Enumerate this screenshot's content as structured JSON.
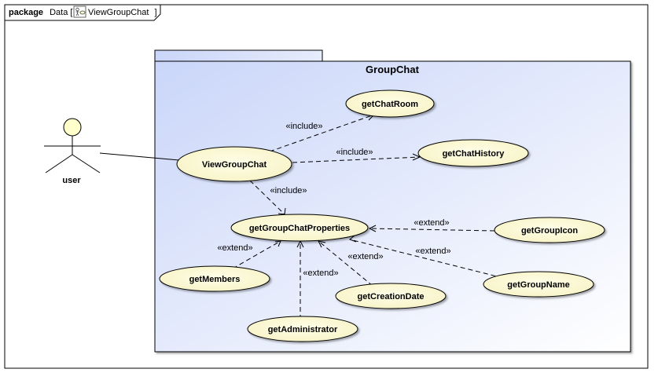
{
  "frame": {
    "keyword": "package",
    "name_prefix": "Data [",
    "diagram_name": "ViewGroupChat",
    "name_suffix": "]",
    "diagram_icon": "use-case-diagram-icon"
  },
  "subject": {
    "name": "GroupChat"
  },
  "actor": {
    "name": "user"
  },
  "use_cases": {
    "view_group_chat": "ViewGroupChat",
    "get_chat_room": "getChatRoom",
    "get_chat_history": "getChatHistory",
    "get_group_chat_properties": "getGroupChatProperties",
    "get_members": "getMembers",
    "get_administrator": "getAdministrator",
    "get_creation_date": "getCreationDate",
    "get_group_icon": "getGroupIcon",
    "get_group_name": "getGroupName"
  },
  "relations": {
    "include_chat_room": "«include»",
    "include_chat_history": "«include»",
    "include_properties": "«include»",
    "extend_members": "«extend»",
    "extend_administrator": "«extend»",
    "extend_creation_date": "«extend»",
    "extend_group_icon": "«extend»",
    "extend_group_name": "«extend»"
  },
  "colors": {
    "use_case_fill": "#ffffd8",
    "subject_gradient_start": "#cad6f9",
    "subject_gradient_end": "#ffffff",
    "stroke": "#000000"
  }
}
